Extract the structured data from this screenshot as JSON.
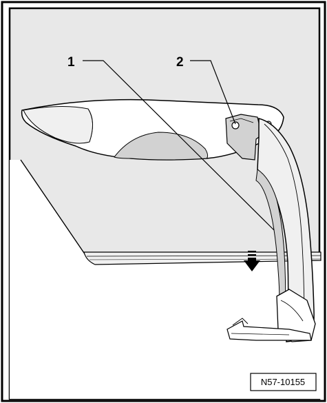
{
  "callouts": [
    {
      "label": "1"
    },
    {
      "label": "2"
    }
  ],
  "figure_reference": "N57-10155",
  "colors": {
    "background": "#ffffff",
    "ink": "#000000",
    "panel_fill": "#e8e8e8",
    "shade_fill": "#d2d2d2",
    "light_fill": "#f0f0f0"
  }
}
